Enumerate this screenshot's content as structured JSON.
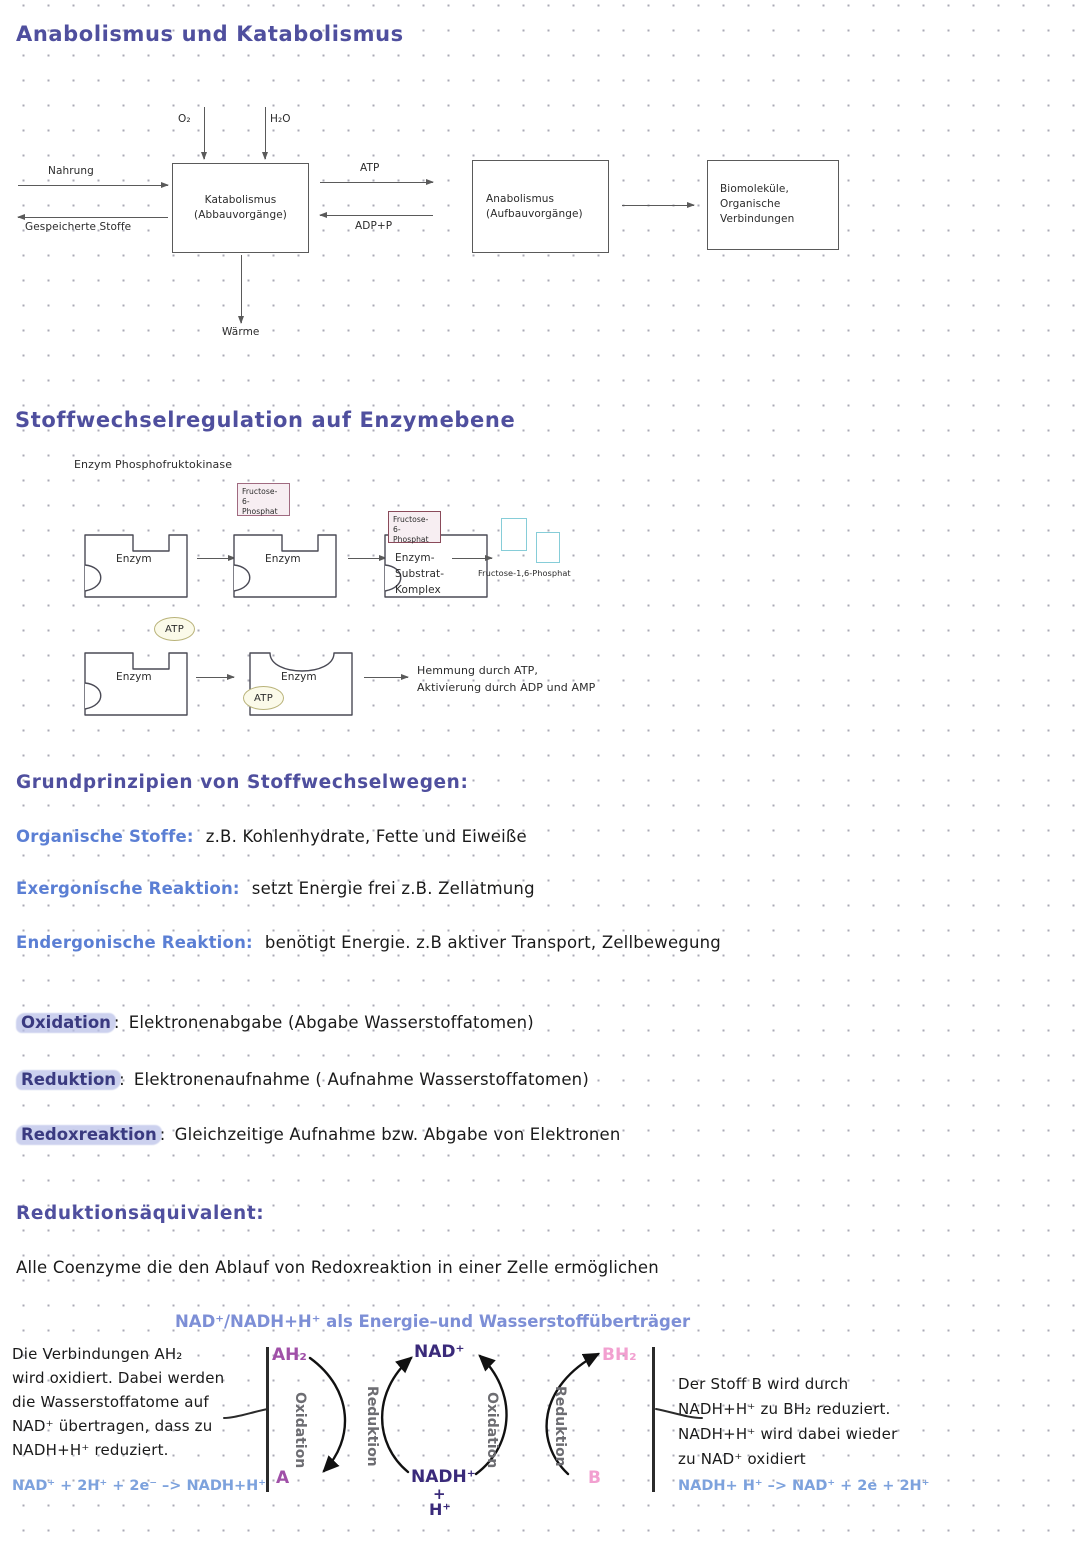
{
  "page": {
    "title": "Anabolismus und Katabolismus"
  },
  "section1": {
    "heading": "Anabolismus und Katabolismus",
    "inputs": {
      "o2": "O₂",
      "h2o": "H₂O"
    },
    "arrows": {
      "nahrung": "Nahrung",
      "gespeicherte_stoffe": "Gespeicherte Stoffe",
      "atp": "ATP",
      "adp_p": "ADP+P",
      "waerme": "Wärme"
    },
    "boxes": [
      {
        "line1": "Katabolismus",
        "line2": "(Abbauvorgänge)"
      },
      {
        "line1": "Anabolismus",
        "line2": "(Aufbauvorgänge)"
      },
      {
        "line1": "Biomoleküle,",
        "line2": "Organische",
        "line3": "Verbindungen"
      }
    ]
  },
  "section2": {
    "heading": "Stoffwechselregulation auf Enzymebene",
    "subheading": "Enzym Phosphofruktokinase",
    "row1": {
      "enzyme1": "Enzym",
      "enzyme2": "Enzym",
      "substrate_label": "Fructose-6-\nPhosphat",
      "substrate_label_l1": "Fructose-6-",
      "substrate_label_l2": "Phosphat",
      "complex_l1": "Enzym-",
      "complex_l2": "Substrat-",
      "complex_l3": "Komplex",
      "product": "Fructose-1,6-Phosphat"
    },
    "row2": {
      "enzyme1": "Enzym",
      "enzyme2": "Enzym",
      "atp_top": "ATP",
      "atp_bound": "ATP",
      "result_l1": "Hemmung durch ATP,",
      "result_l2": "Aktivierung durch ADP und AMP"
    }
  },
  "section3": {
    "heading": "Grundprinzipien von Stoffwechselwegen:",
    "entries": [
      {
        "term": "Organische Stoffe:",
        "text": "z.B. Kohlenhydrate, Fette und Eiweiße"
      },
      {
        "term": "Exergonische Reaktion:",
        "text": "setzt Energie frei z.B. Zellatmung"
      },
      {
        "term": "Endergonische Reaktion:",
        "text": "benötigt Energie. z.B aktiver Transport, Zellbewegung"
      }
    ]
  },
  "section4": {
    "entries": [
      {
        "term": "Oxidation",
        "sep": ":",
        "text": "Elektronenabgabe (Abgabe Wasserstoffatomen)"
      },
      {
        "term": "Reduktion",
        "sep": ":",
        "text": "Elektronenaufnahme ( Aufnahme Wasserstoffatomen)"
      },
      {
        "term": "Redoxreaktion",
        "sep": ":",
        "text": "Gleichzeitige Aufnahme bzw. Abgabe von Elektronen"
      }
    ]
  },
  "section5": {
    "heading": "Reduktionsäquivalent:",
    "text": "Alle Coenzyme die den Ablauf von Redoxreaktion in einer Zelle ermöglichen"
  },
  "section6": {
    "heading": "NAD⁺/NADH+H⁺ als Energie–und Wasserstoffüberträger",
    "left_text": [
      "Die Verbindungen AH₂",
      "wird oxidiert. Dabei werden",
      "die Wasserstoffatome auf",
      "NAD⁺ übertragen, dass zu",
      "NADH+H⁺ reduziert."
    ],
    "left_equation": "NAD⁺ + 2H⁺ + 2e⁻ –> NADH+H⁺",
    "right_text": [
      "Der Stoff B wird durch",
      "NADH+H⁺ zu BH₂ reduziert.",
      "NADH+H⁺ wird dabei wieder",
      "zu NAD⁺ oxidiert"
    ],
    "right_equation": "NADH+ H⁺ –> NAD⁺ + 2e + 2H⁺",
    "cycle": {
      "ah2": "AH₂",
      "a": "A",
      "nad": "NAD⁺",
      "nadh_l1": "NADH⁺",
      "nadh_l2": "+",
      "nadh_l3": "H⁺",
      "bh2": "BH₂",
      "b": "B",
      "arc_labels": [
        "Oxidation",
        "Reduktion",
        "Oxidation",
        "Reduktion"
      ]
    }
  },
  "colors": {
    "heading": "#4f4f9e",
    "term_blue": "#5b7fd4",
    "equation_blue": "#7da2dd",
    "highlight": "#b9c0e8",
    "substrate_border": "#a06a80",
    "cyan": "#86cdd8",
    "atp": "#b9b37a",
    "purple": "#a050a8",
    "pink": "#f2a0d0",
    "darkviolet": "#3a2a7a"
  }
}
